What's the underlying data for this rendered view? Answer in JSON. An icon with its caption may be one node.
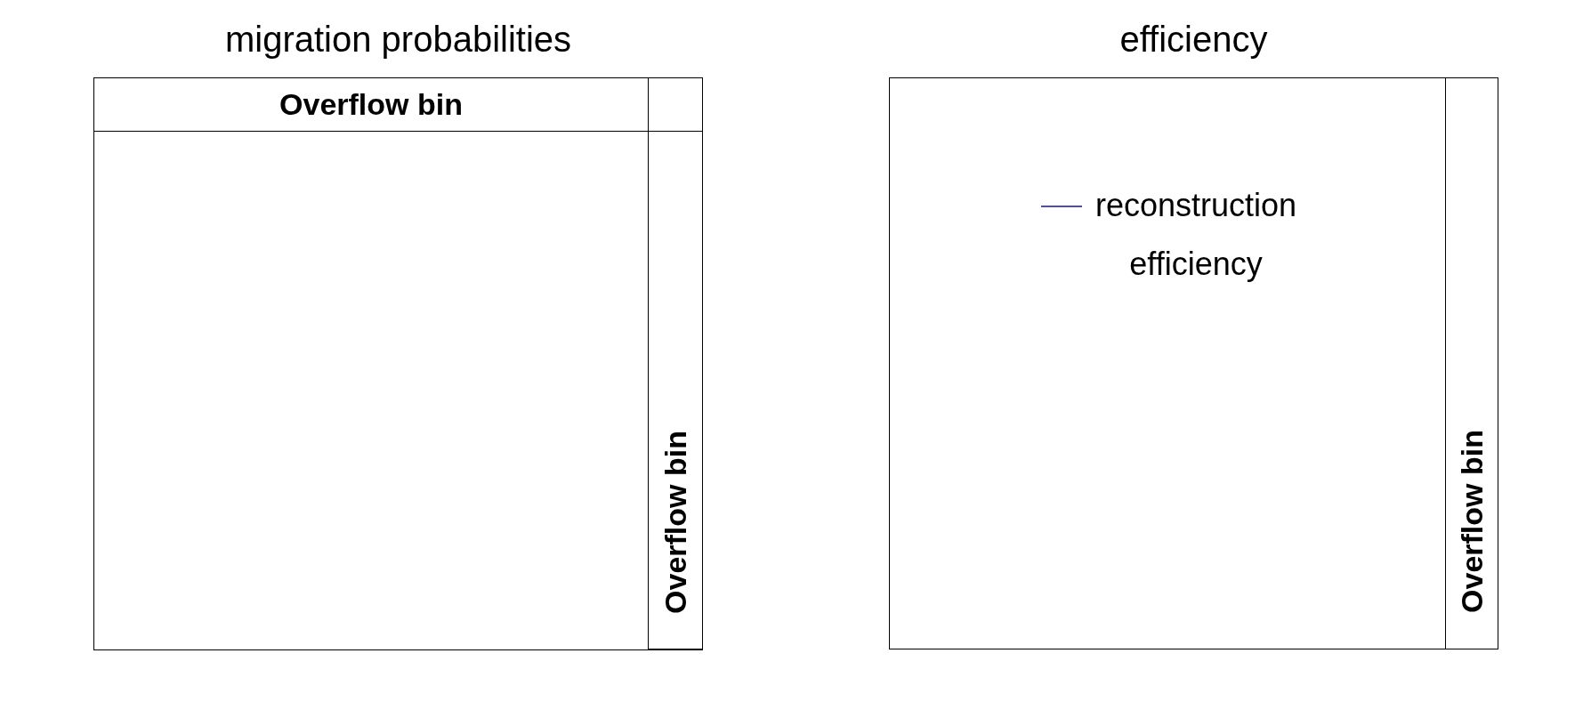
{
  "diagram": {
    "nodes": [
      {
        "text": [
          "migration probabilities"
        ]
      },
      {
        "text": [
          "Overflow bin"
        ],
        "in": 0
      },
      {
        "text": [],
        "shape": "box",
        "in": 0
      },
      {
        "text": [
          "Overflow bin"
        ],
        "in": 0
      },
      {
        "text": [
          "efficiency"
        ]
      },
      {
        "text": [],
        "shape": "box",
        "in": 4
      },
      {
        "text": [
          "Overflow bin"
        ],
        "in": 4
      }
    ],
    "edges": [],
    "legend": [
      {
        "text": "reconstruction efficiency"
      }
    ]
  }
}
